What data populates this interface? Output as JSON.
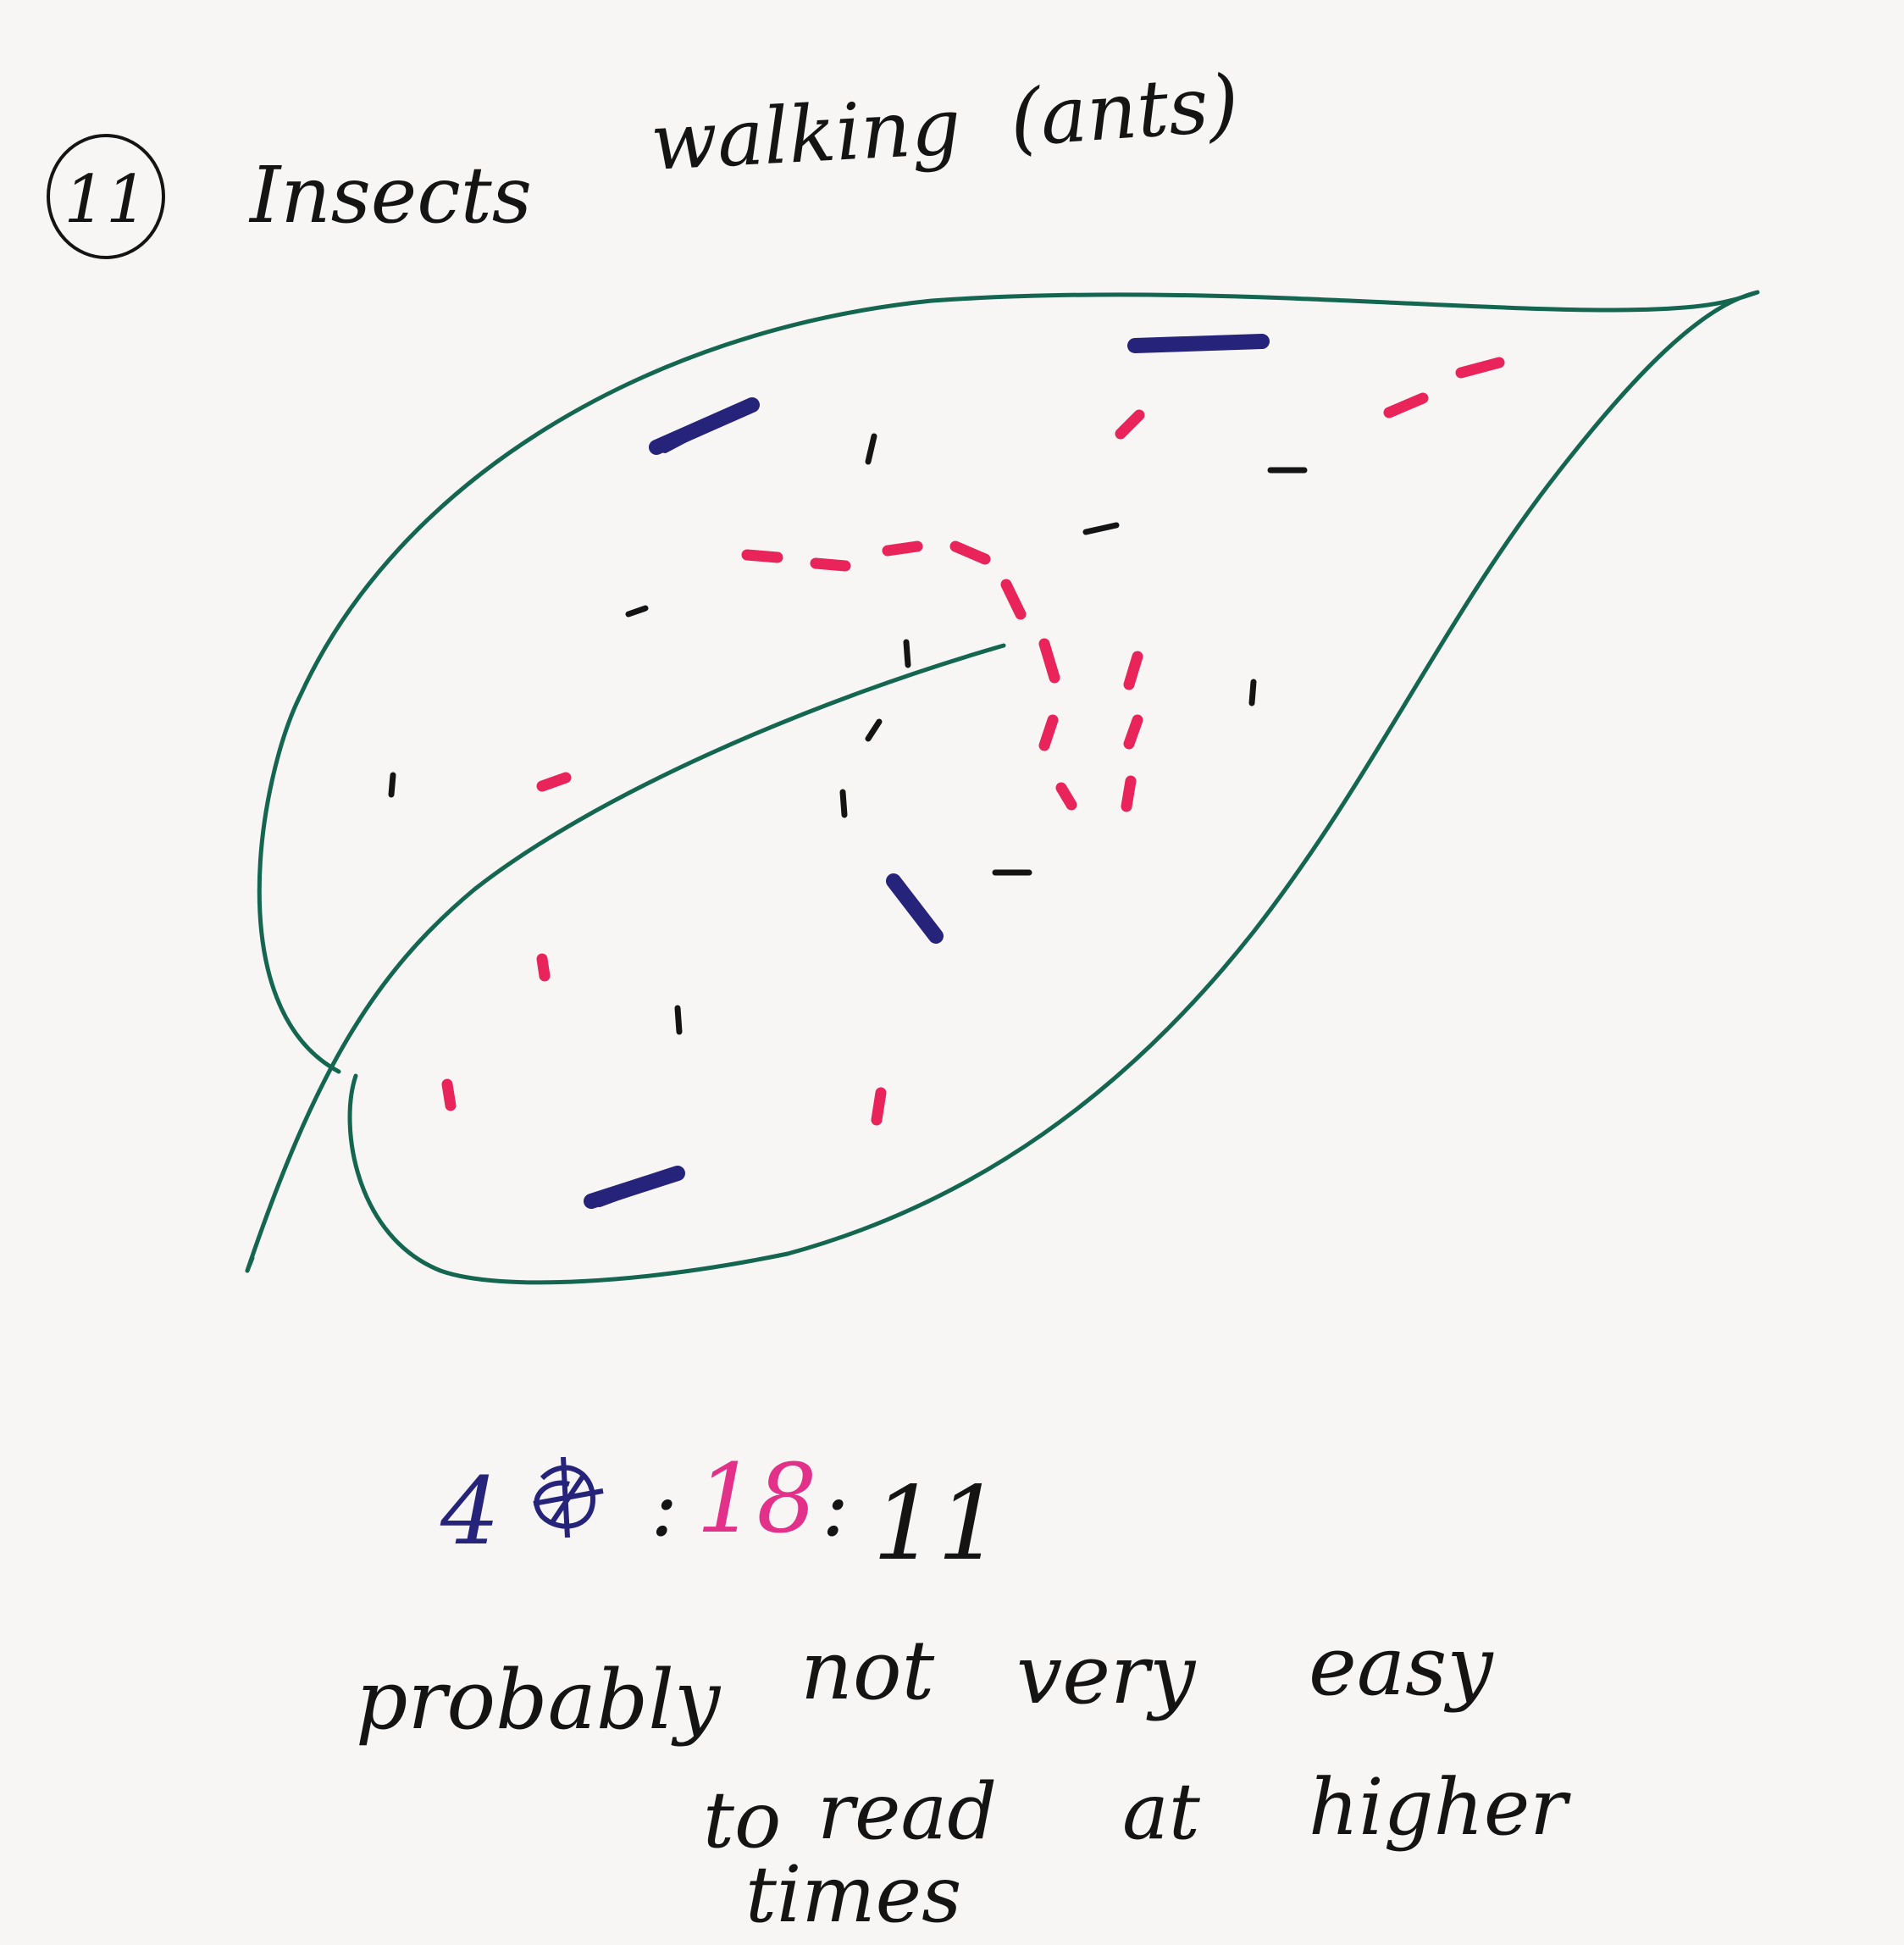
{
  "header": {
    "number": "11",
    "title": "Insects",
    "subtitle": "walking",
    "note": "(ants)"
  },
  "colors": {
    "ink": "#141414",
    "leaf": "#146650",
    "blue": "#25237a",
    "red": "#e8245a",
    "pink": "#e3318a",
    "paper": "#f7f6f4"
  },
  "ratio": {
    "blue": "4",
    "sep1": ":",
    "red": "18",
    "sep2": ":",
    "black": "11"
  },
  "caption": {
    "line1_words": [
      "probably",
      "not",
      "very",
      "easy"
    ],
    "line2_words": [
      "to",
      "read",
      "at",
      "higher"
    ],
    "line3_words": [
      "times"
    ]
  }
}
